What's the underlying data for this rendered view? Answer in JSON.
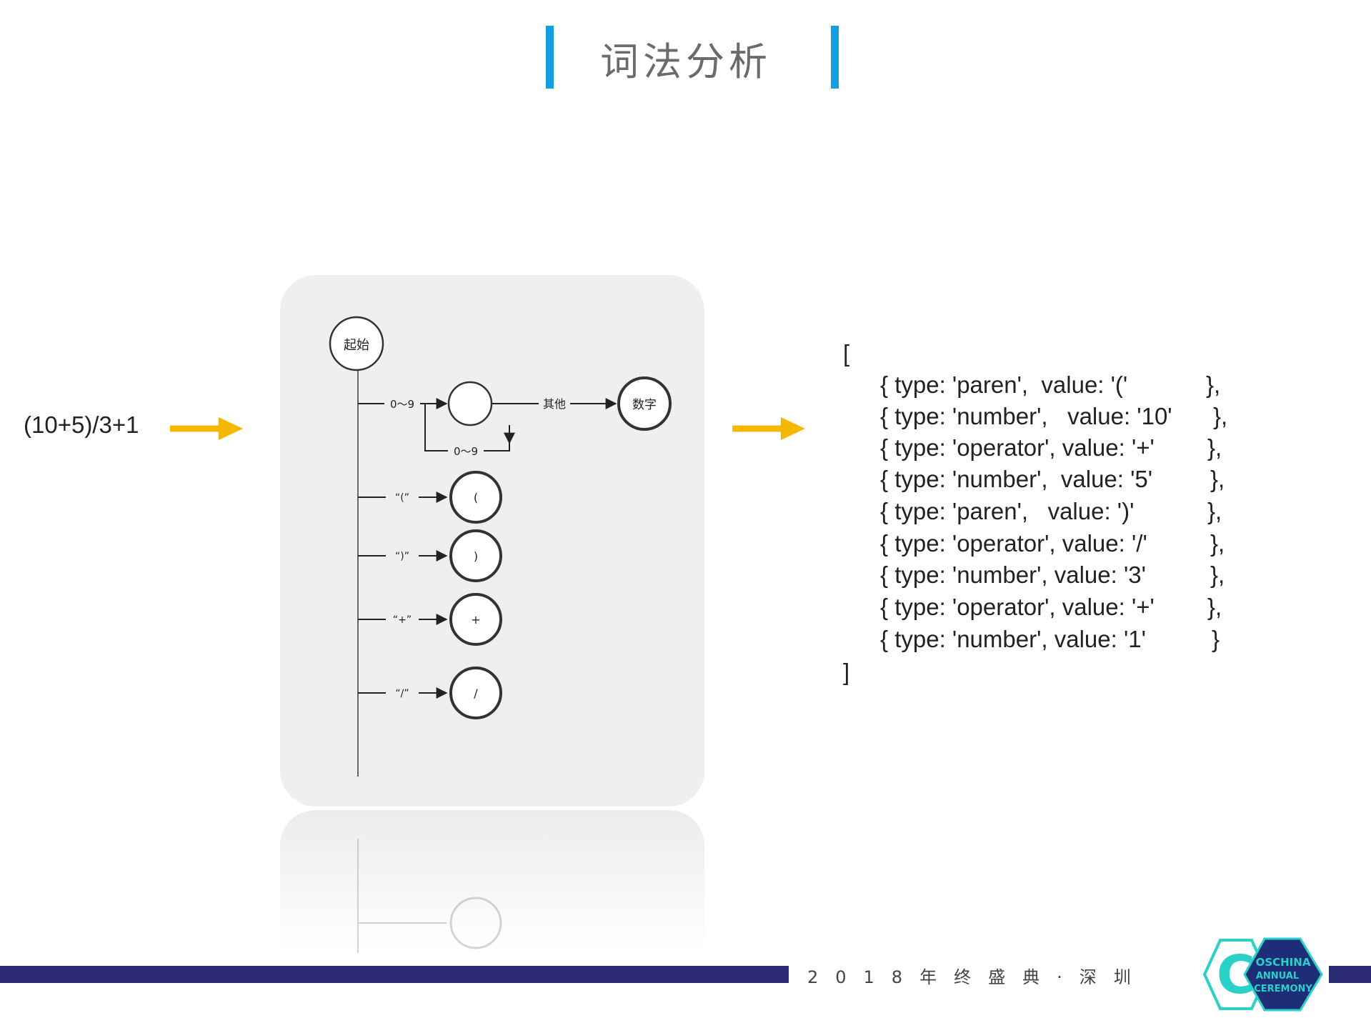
{
  "title": "词法分析",
  "colors": {
    "accent": "#119fe0",
    "arrow": "#f5b800",
    "footer_bar": "#2a2a72",
    "logo_cyan": "#2ad1c7",
    "logo_navy": "#1e2d78"
  },
  "input_expression": "(10+5)/3+1",
  "diagram": {
    "start_state": "起始",
    "number_state": "数字",
    "edge_other": "其他",
    "edge_digit_in": "0～9",
    "edge_digit_loop": "0～9",
    "branches": [
      {
        "edge": "“(”",
        "state": "("
      },
      {
        "edge": "“)”",
        "state": ")"
      },
      {
        "edge": "“+”",
        "state": "+"
      },
      {
        "edge": "“/”",
        "state": "/"
      }
    ]
  },
  "output": {
    "open_bracket": "[",
    "close_bracket": "]",
    "tokens": [
      {
        "text": "{ type: 'paren',  value: '('",
        "end": "},"
      },
      {
        "text": "{ type: 'number',   value: '10'",
        "end": "},"
      },
      {
        "text": "{ type: 'operator', value: '+'",
        "end": "},"
      },
      {
        "text": "{ type: 'number',  value: '5'",
        "end": "},"
      },
      {
        "text": "{ type: 'paren',   value: ')'",
        "end": "},"
      },
      {
        "text": "{ type: 'operator', value: '/'",
        "end": "},"
      },
      {
        "text": "{ type: 'number', value: '3'",
        "end": "},"
      },
      {
        "text": "{ type: 'operator', value: '+'",
        "end": "},"
      },
      {
        "text": "{ type: 'number', value: '1'",
        "end": "}"
      }
    ]
  },
  "footer": {
    "event_text": "2018年终盛典·深圳",
    "logo_letter": "C",
    "logo_lines": [
      "OSCHINA",
      "ANNUAL",
      "CEREMONY"
    ]
  }
}
